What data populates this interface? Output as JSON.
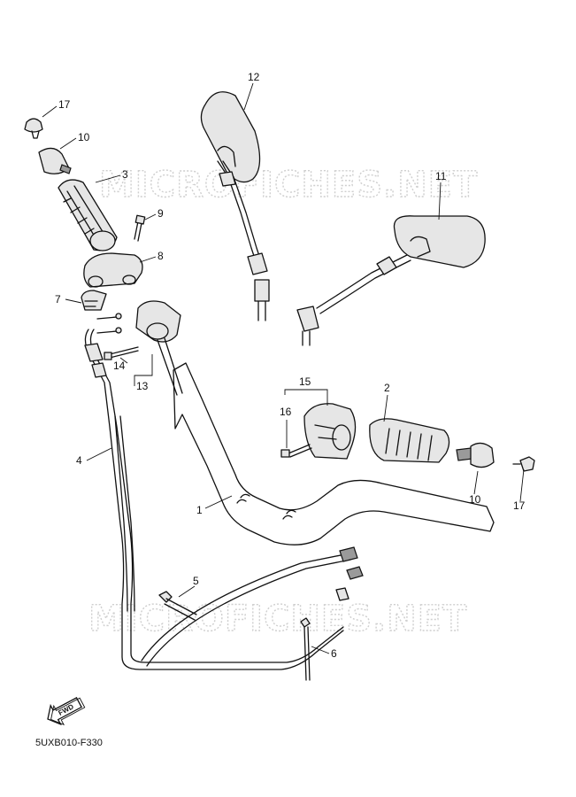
{
  "watermark": {
    "top": "MICROFICHES.NET",
    "bottom": "MICROFICHES.NET"
  },
  "callouts": [
    {
      "id": "c1",
      "text": "1"
    },
    {
      "id": "c2",
      "text": "2"
    },
    {
      "id": "c3",
      "text": "3"
    },
    {
      "id": "c4",
      "text": "4"
    },
    {
      "id": "c5",
      "text": "5"
    },
    {
      "id": "c6",
      "text": "6"
    },
    {
      "id": "c7",
      "text": "7"
    },
    {
      "id": "c8",
      "text": "8"
    },
    {
      "id": "c9",
      "text": "9"
    },
    {
      "id": "c10a",
      "text": "10"
    },
    {
      "id": "c10b",
      "text": "10"
    },
    {
      "id": "c11",
      "text": "11"
    },
    {
      "id": "c12",
      "text": "12"
    },
    {
      "id": "c13",
      "text": "13"
    },
    {
      "id": "c14",
      "text": "14"
    },
    {
      "id": "c15",
      "text": "15"
    },
    {
      "id": "c16",
      "text": "16"
    },
    {
      "id": "c17a",
      "text": "17"
    },
    {
      "id": "c17b",
      "text": "17"
    }
  ],
  "fwd_label": "FWD",
  "diagram_code": "5UXB010-F330"
}
